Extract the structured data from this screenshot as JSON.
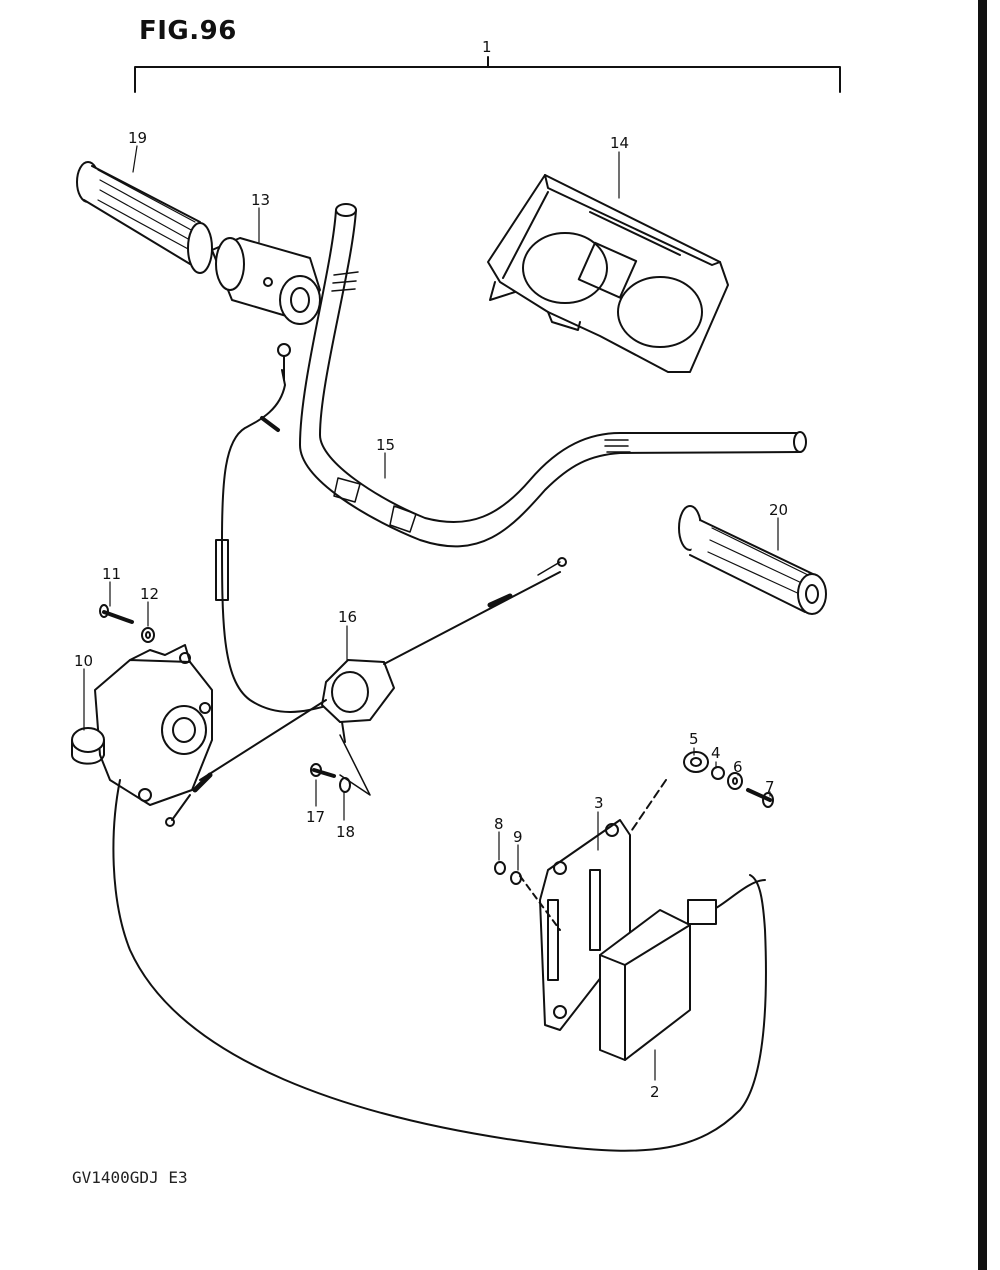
{
  "figure": {
    "title": "FIG.96",
    "model_code": "GV1400GDJ E3"
  },
  "callouts": [
    {
      "id": "1",
      "label": "1"
    },
    {
      "id": "2",
      "label": "2"
    },
    {
      "id": "3",
      "label": "3"
    },
    {
      "id": "4",
      "label": "4"
    },
    {
      "id": "5",
      "label": "5"
    },
    {
      "id": "6",
      "label": "6"
    },
    {
      "id": "7",
      "label": "7"
    },
    {
      "id": "8",
      "label": "8"
    },
    {
      "id": "9",
      "label": "9"
    },
    {
      "id": "10",
      "label": "10"
    },
    {
      "id": "11",
      "label": "11"
    },
    {
      "id": "12",
      "label": "12"
    },
    {
      "id": "13",
      "label": "13"
    },
    {
      "id": "14",
      "label": "14"
    },
    {
      "id": "15",
      "label": "15"
    },
    {
      "id": "16",
      "label": "16"
    },
    {
      "id": "17",
      "label": "17"
    },
    {
      "id": "18",
      "label": "18"
    },
    {
      "id": "19",
      "label": "19"
    },
    {
      "id": "20",
      "label": "20"
    }
  ]
}
